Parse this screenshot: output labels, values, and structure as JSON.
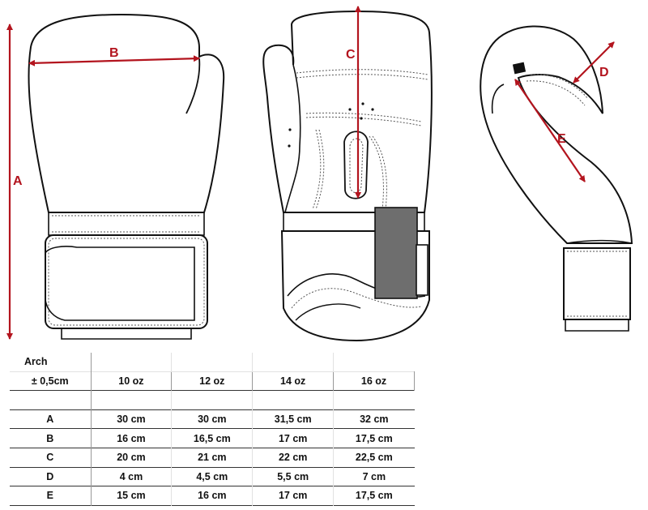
{
  "dimension_labels": [
    "A",
    "B",
    "C",
    "D",
    "E"
  ],
  "accent_color": "#b3141e",
  "table": {
    "corner_top": "Arch",
    "corner_sub": "± 0,5cm",
    "sizes": [
      "10 oz",
      "12 oz",
      "14 oz",
      "16 oz"
    ],
    "rows": [
      {
        "label": "A",
        "values": [
          "30 cm",
          "30 cm",
          "31,5 cm",
          "32 cm"
        ]
      },
      {
        "label": "B",
        "values": [
          "16 cm",
          "16,5 cm",
          "17 cm",
          "17,5 cm"
        ]
      },
      {
        "label": "C",
        "values": [
          "20 cm",
          "21 cm",
          "22 cm",
          "22,5 cm"
        ]
      },
      {
        "label": "D",
        "values": [
          "4 cm",
          "4,5 cm",
          "5,5 cm",
          "7 cm"
        ]
      },
      {
        "label": "E",
        "values": [
          "15 cm",
          "16 cm",
          "17 cm",
          "17,5 cm"
        ]
      }
    ]
  }
}
